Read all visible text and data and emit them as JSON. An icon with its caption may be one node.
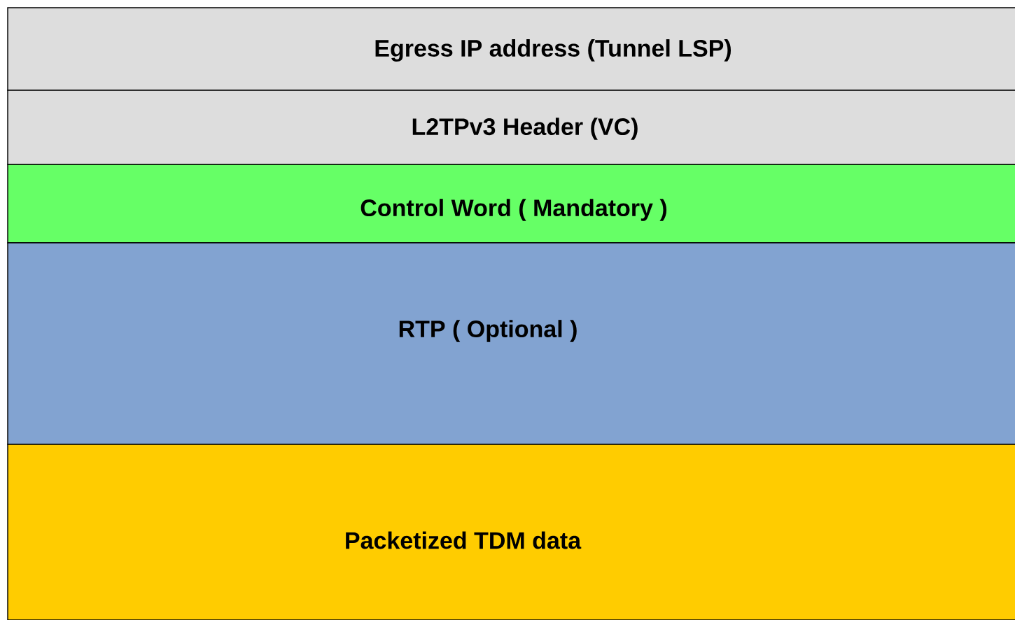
{
  "diagram": {
    "nodes": [
      {
        "text": [
          "Egress IP address (Tunnel LSP)"
        ]
      },
      {
        "text": [
          "L2TPv3 Header (VC)"
        ]
      },
      {
        "text": [
          "Control Word ( Mandatory )"
        ]
      },
      {
        "text": [
          "RTP ( Optional )"
        ]
      },
      {
        "text": [
          "Packetized TDM data"
        ]
      }
    ]
  }
}
